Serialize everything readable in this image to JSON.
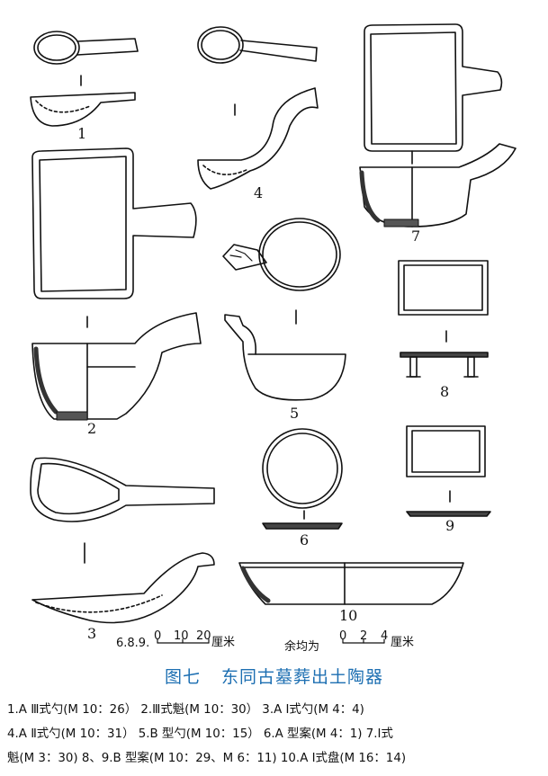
{
  "figure": {
    "number_labels": [
      "1",
      "2",
      "3",
      "4",
      "5",
      "6",
      "7",
      "8",
      "9",
      "10"
    ],
    "scale_small": {
      "prefix": "6.8.9.",
      "ticks": [
        "0",
        "10",
        "20"
      ],
      "unit": "厘米"
    },
    "scale_rest": {
      "prefix": "余均为",
      "ticks": [
        "0",
        "2",
        "4"
      ],
      "unit": "厘米"
    },
    "title_number": "图七",
    "title_text": "东同古墓葬出土陶器",
    "caption_lines": [
      "1.A Ⅲ式勺(M 10：26） 2.Ⅲ式魁(M 10：30） 3.A Ⅰ式勺(M 4：4)",
      "4.A Ⅱ式勺(M 10：31） 5.B 型勺(M 10：15） 6.A 型案(M 4：1) 7.Ⅰ式",
      "魁(M 3：30) 8、9.B 型案(M 10：29、M 6：11) 10.A Ⅰ式盘(M 16：14)"
    ]
  }
}
